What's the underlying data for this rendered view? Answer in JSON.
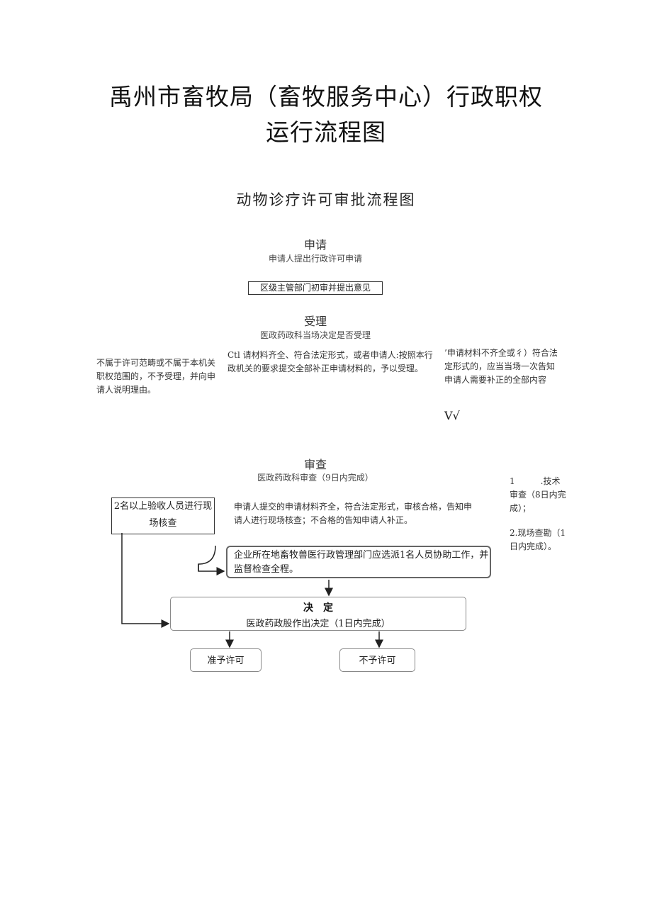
{
  "title": {
    "line1": "禹州市畜牧局（畜牧服务中心）行政职权",
    "line2": "运行流程图"
  },
  "subtitle": "动物诊疗许可审批流程图",
  "apply": {
    "title": "申请",
    "desc": "申请人提出行政许可申请"
  },
  "initial_review_box": "区级主管部门初审并提出意见",
  "accept": {
    "title": "受理",
    "desc": "医政药政科当场决定是否受理",
    "left_note": "不属于许可范畴或不属于本机关职权范围的，不予受理，并向申请人说明理由。",
    "mid_note": "Ctl 请材料齐全、符合法定形式，或者申请人:按照本行政机关的要求提交全部补正申请材料的，予以受理。",
    "right_note": "’申请材料不齐全或彳）符合法定形式的，应当当场一次告知申请人需要补正的全部内容",
    "mark": "V√"
  },
  "review": {
    "title": "审查",
    "desc": "医政药政科审查（9日内完成）",
    "left_box": "2名以上验收人员进行现场核查",
    "mid_note": "申请人提交的申请材料齐全，符合法定形式，审核合格，告知申请人进行现场核查；不合格的告知申请人补正。",
    "right_note_1": "1　　　.技术审查（8日内完成）；",
    "right_note_2": "2.现场查勘（1日内完成）。"
  },
  "assist_box": "企业所在地畜牧兽医行政管理部门应选派1名人员协助工作，并监督检查全程。",
  "decision": {
    "title": "决　定",
    "desc": "医政药政股作出决定（1日内完成）"
  },
  "outcomes": {
    "approve": "准予许可",
    "deny": "不予许可"
  }
}
